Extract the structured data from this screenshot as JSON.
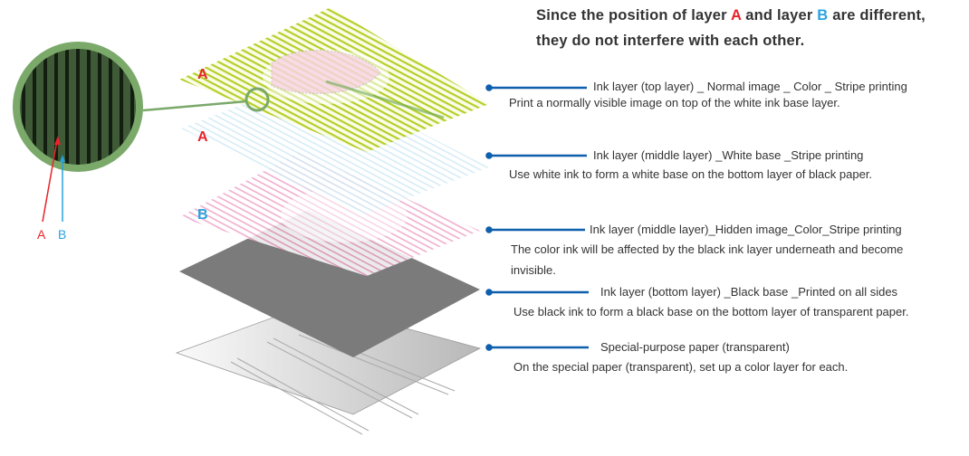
{
  "header": {
    "line1_pre": "Since the position of layer ",
    "A": "A",
    "mid": " and layer ",
    "B": "B",
    "line1_post": " are different,",
    "line2": "they do not interfere with each other."
  },
  "layers": [
    {
      "title": "Ink layer (top layer) _ Normal image _ Color _ Stripe printing",
      "desc": "Print a normally visible image on top of the white ink base layer.",
      "tag": "A"
    },
    {
      "title": "Ink layer (middle layer) _White base _Stripe printing",
      "desc": "Use white ink to form a white base on the bottom layer of black paper.",
      "tag": "A"
    },
    {
      "title": "Ink layer (middle layer)_Hidden image_Color_Stripe printing",
      "desc": "The color ink will be affected by the black ink layer underneath and become",
      "desc2": "invisible.",
      "tag": "B"
    },
    {
      "title": "Ink layer (bottom layer) _Black base _Printed on all sides",
      "desc": "Use black ink to form a black base on the bottom layer of transparent paper."
    },
    {
      "title": "Special-purpose paper (transparent)",
      "desc": "On the special paper (transparent), set up a color layer for each."
    }
  ],
  "magnifier": {
    "label_a": "A",
    "label_b": "B"
  },
  "colors": {
    "red": "#e8232a",
    "blue": "#29a3dd",
    "leader": "#0e5fae",
    "green": "#7aa96a"
  }
}
